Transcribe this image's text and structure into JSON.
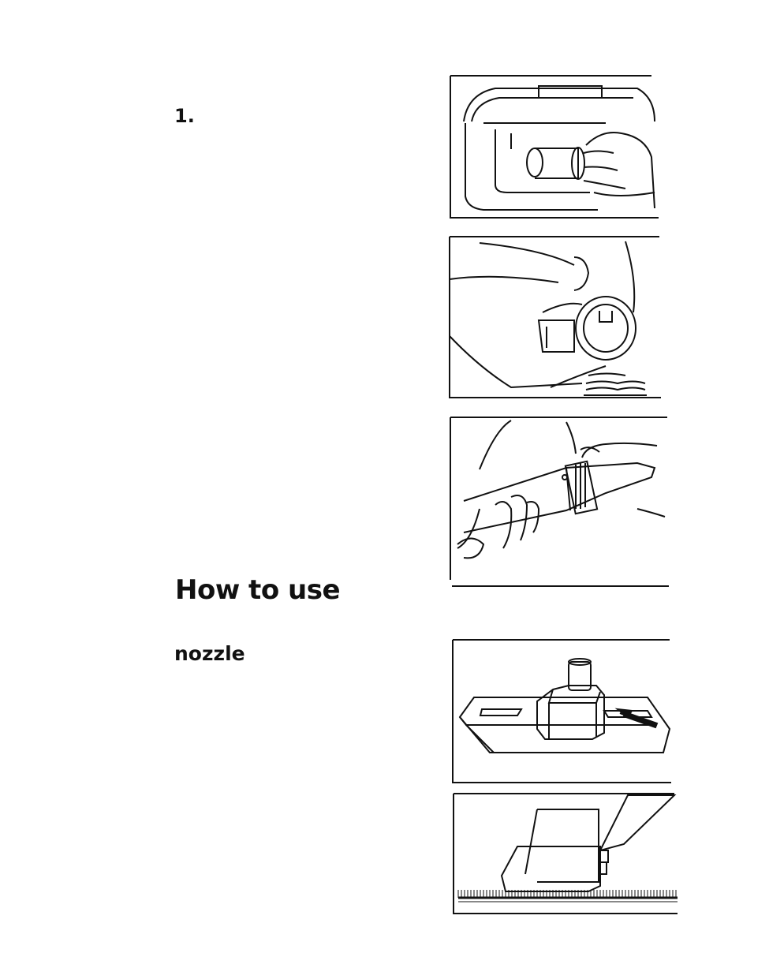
{
  "page": {
    "step_number": "1.",
    "section_heading": "How to use",
    "subheading": "nozzle"
  },
  "figures": [
    {
      "name": "hose-connection-illustration",
      "icon": "hand-inserting-hose-icon"
    },
    {
      "name": "hose-coupling-illustration",
      "icon": "hands-holding-coupling-icon"
    },
    {
      "name": "wand-lock-illustration",
      "icon": "hands-locking-wand-icon"
    },
    {
      "name": "floor-nozzle-illustration",
      "icon": "floor-nozzle-icon"
    },
    {
      "name": "nozzle-on-carpet-illustration",
      "icon": "nozzle-side-view-icon"
    }
  ]
}
